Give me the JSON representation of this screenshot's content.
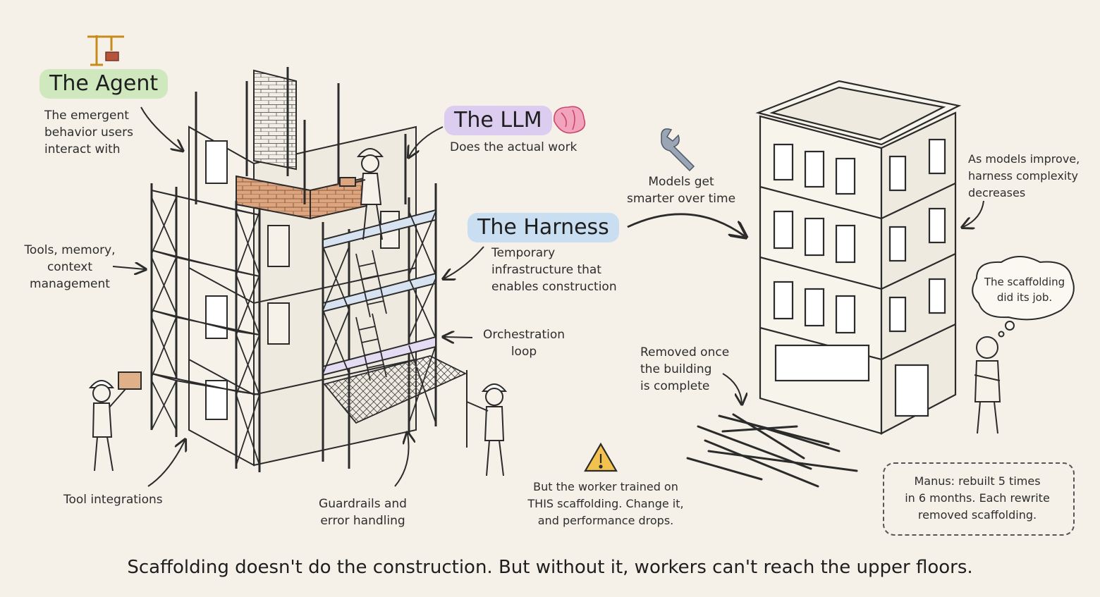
{
  "labels": {
    "agent": {
      "title": "The Agent",
      "desc": "The emergent\nbehavior users\ninteract with"
    },
    "llm": {
      "title": "The LLM",
      "desc": "Does the actual work"
    },
    "harness": {
      "title": "The Harness",
      "desc": "Temporary\ninfrastructure that\nenables construction"
    },
    "tools_memory": "Tools, memory,\ncontext\nmanagement",
    "orchestration": "Orchestration\nloop",
    "tool_integrations": "Tool integrations",
    "guardrails": "Guardrails and\nerror handling",
    "models_smarter": "Models get\nsmarter over time",
    "complexity": "As models improve,\nharness complexity\ndecreases",
    "removed": "Removed once\nthe building\nis complete",
    "worker_note": "But the worker trained on\nTHIS scaffolding. Change it,\nand performance drops.",
    "thought": "The scaffolding\ndid its job.",
    "manus": "Manus: rebuilt 5 times\nin 6 months. Each rewrite\nremoved scaffolding."
  },
  "caption": "Scaffolding doesn't do the construction. But without it, workers can't reach the upper floors.",
  "icons": [
    "crane-icon",
    "brain-icon",
    "wrench-icon",
    "warning-icon"
  ],
  "colors": {
    "background": "#f5f1e8",
    "agent_highlight": "#cfe8bd",
    "llm_highlight": "#dccdf0",
    "harness_highlight": "#c9def0",
    "brick": "#d9a07a",
    "warning": "#f2c14e",
    "ink": "#2b2b2b"
  }
}
